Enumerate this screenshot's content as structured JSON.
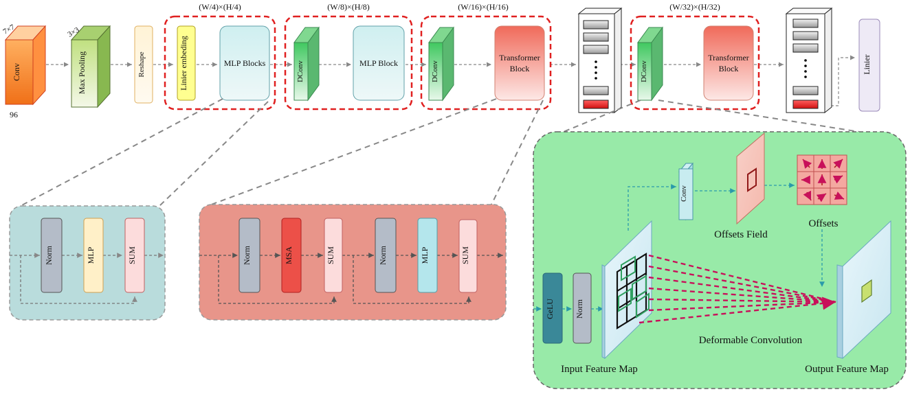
{
  "top": {
    "conv_label": "Conv",
    "conv_kernel": "7×7",
    "conv_channels": "96",
    "maxpool_label": "Max Pooling",
    "maxpool_kernel": "3×3",
    "reshape_label": "Reshape",
    "stage1_size": "(W/4)×(H/4)",
    "linear_embedding_label": "Linier embeding",
    "mlp_blocks_label": "MLP Blocks",
    "stage2_size": "(W/8)×(H/8)",
    "dconv_label": "DConv",
    "mlp_block_label": "MLP Block",
    "stage3_size": "(W/16)×(H/16)",
    "transformer_label_1": "Transformer",
    "transformer_label_2": "Block",
    "stage4_size": "(W/32)×(H/32)",
    "linear_label": "Linier"
  },
  "mlp_detail": {
    "norm_label": "Norm",
    "mlp_label": "MLP",
    "sum_label": "SUM"
  },
  "transformer_detail": {
    "norm_label": "Norm",
    "msa_label": "MSA",
    "sum_label": "SUM",
    "mlp_label": "MLP"
  },
  "dconv_detail": {
    "gelu_label": "GeLU",
    "norm_label": "Norm",
    "conv_label": "Conv",
    "offsets_field_label": "Offsets Field",
    "offsets_label": "Offsets",
    "deformable_label": "Deformable Convolution",
    "input_map_label": "Input Feature Map",
    "output_map_label": "Output Feature Map"
  },
  "colors": {
    "stage_dash": "#e02020",
    "mlp_panel": "#b9dcdc",
    "transformer_panel": "#e8958a",
    "dconv_panel": "#98eaa8",
    "deform_lines": "#c8105a",
    "teal_flow": "#2a9aaa"
  }
}
